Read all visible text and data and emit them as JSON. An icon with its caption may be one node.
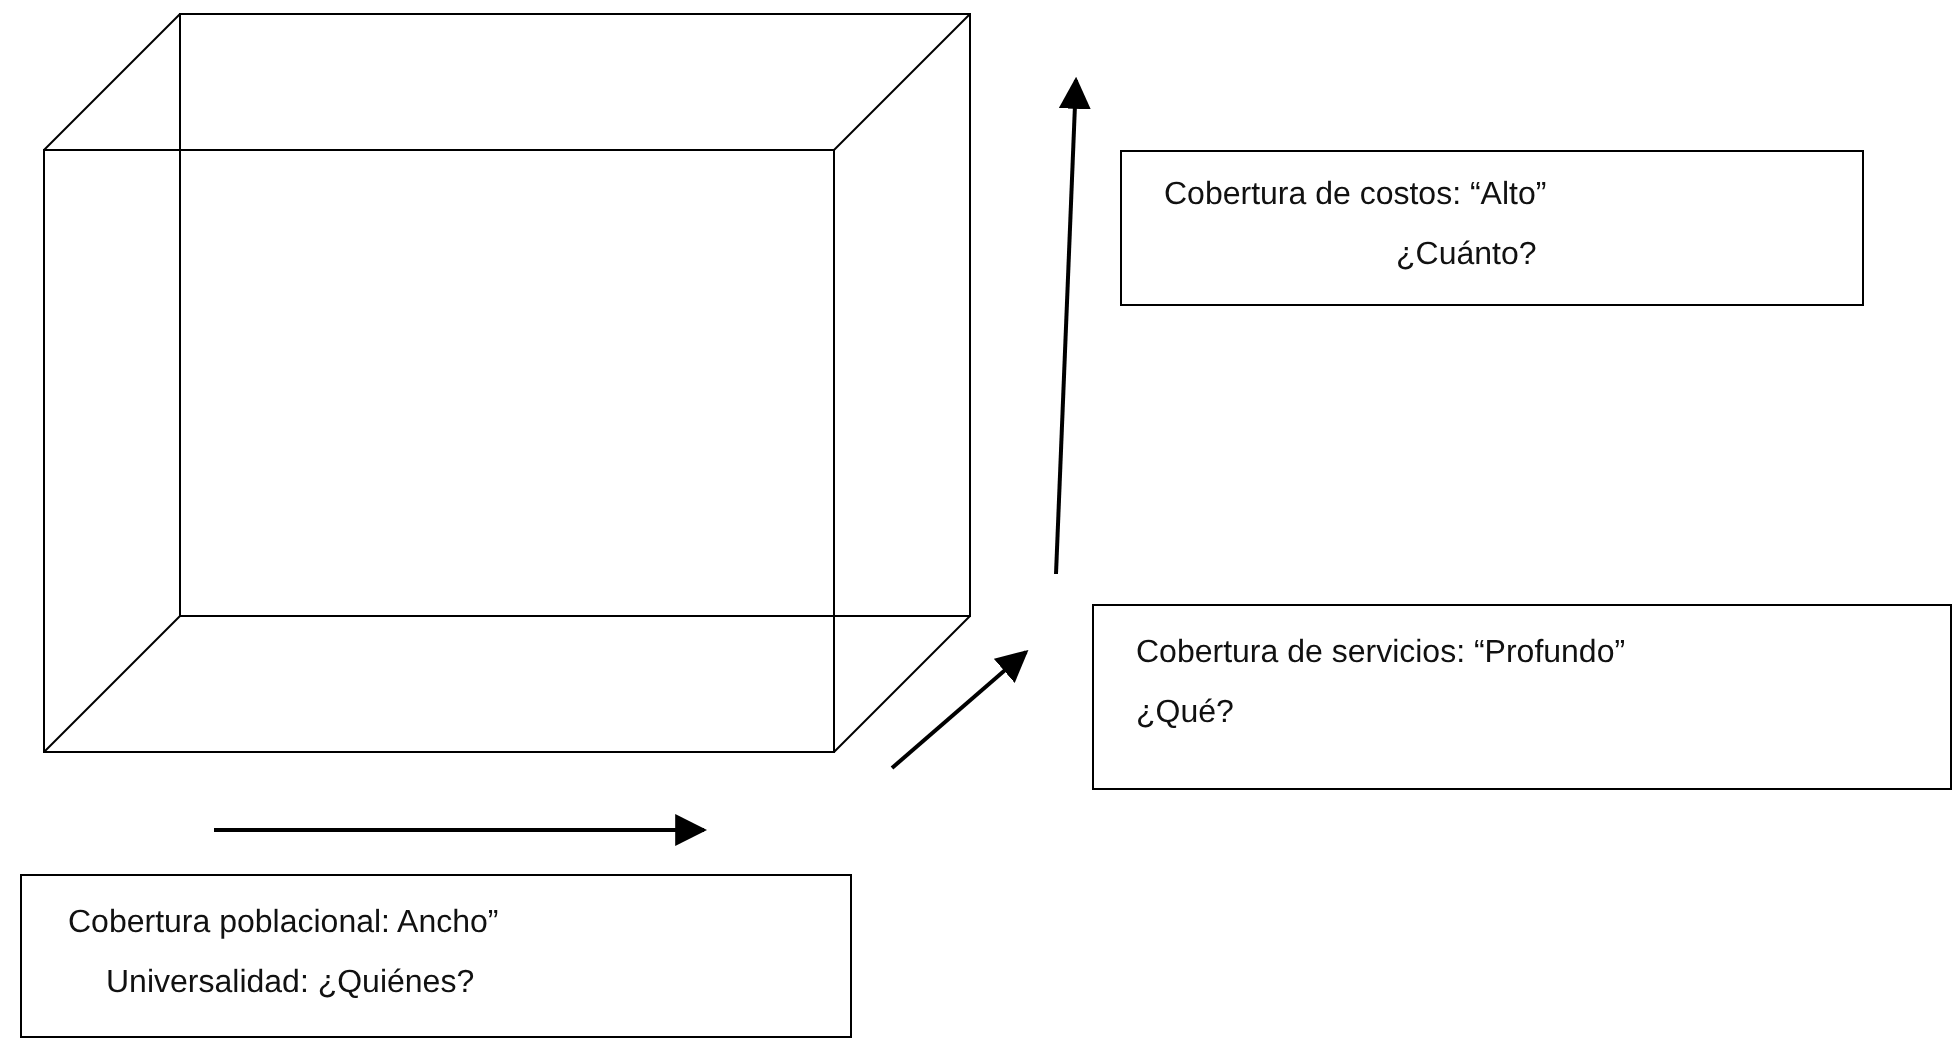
{
  "diagram": {
    "nodes": [
      {
        "text": [
          "Cobertura de costos: “Alto”",
          "¿Cuánto?"
        ]
      },
      {
        "text": [
          "Cobertura de servicios: “Profundo”",
          "¿Qué?"
        ]
      },
      {
        "text": [
          "Cobertura poblacional: Ancho”",
          "Universalidad: ¿Quiénes?"
        ]
      }
    ]
  }
}
